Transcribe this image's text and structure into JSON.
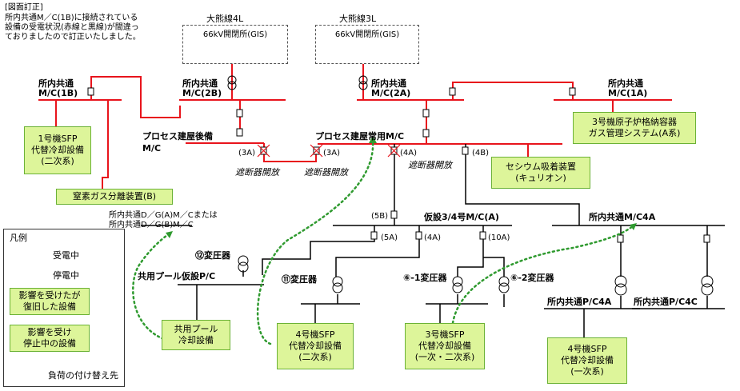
{
  "correction": {
    "header": "[図面訂正]",
    "line1": "所内共通M／C(1B)に接続されている",
    "line2": "設備の受電状況(赤線と黒線)が間違っ",
    "line3": "ておりましたので訂正いたしました。"
  },
  "stations": {
    "s4l": {
      "line": "大熊線4L",
      "name": "66kV開閉所(GIS)"
    },
    "s3l": {
      "line": "大熊線3L",
      "name": "66kV開閉所(GIS)"
    }
  },
  "buses": {
    "mc1b_a": "所内共通",
    "mc1b_b": "M/C(1B)",
    "mc2b_a": "所内共通",
    "mc2b_b": "M/C(2B)",
    "mc2a_a": "所内共通",
    "mc2a_b": "M/C(2A)",
    "mc1a_a": "所内共通",
    "mc1a_b": "M/C(1A)",
    "proc_back_a": "プロセス建屋後備",
    "proc_back_b": "M/C",
    "proc_normal": "プロセス建屋常用M/C",
    "temp34": "仮設3/4号M/C(A)",
    "c4a_mc": "所内共通M/C4A",
    "pool_pc": "共用プール仮設P/C",
    "pc_c4a": "所内共通P/C4A",
    "pc_c4c": "所内共通P/C4C",
    "dg_line1": "所内共通D／G(A)M／Cまたは",
    "dg_line2": "所内共通D／G(B)M／C"
  },
  "breakers": {
    "b3a_1": "(3A)",
    "b3a_2": "(3A)",
    "b4a": "(4A)",
    "b4b": "(4B)",
    "b5b": "(5B)",
    "b5a": "(5A)",
    "b4a_2": "(4A)",
    "b10a": "(10A)",
    "open1": "遮断器開放",
    "open2": "遮断器開放",
    "open3": "遮断器開放"
  },
  "transformers": {
    "t12": "⑫変圧器",
    "t11": "⑪変圧器",
    "t6_1": "⑥-1変圧器",
    "t6_2": "⑥-2変圧器"
  },
  "boxes": {
    "sfp1": [
      "1号機SFP",
      "代替冷却設備",
      "(二次系)"
    ],
    "n2": "窒素ガス分離装置(B)",
    "unit3pcv": [
      "3号機原子炉格納容器",
      "ガス管理システム(A系)"
    ],
    "cesium": [
      "セシウム吸着装置",
      "(キュリオン)"
    ],
    "pool": [
      "共用プール",
      "冷却設備"
    ],
    "sfp4_2": [
      "4号機SFP",
      "代替冷却設備",
      "(二次系)"
    ],
    "sfp3": [
      "3号機SFP",
      "代替冷却設備",
      "(一次・二次系)"
    ],
    "sfp4_1": [
      "4号機SFP",
      "代替冷却設備",
      "(一次系)"
    ]
  },
  "legend": {
    "title": "凡例",
    "red": "受電中",
    "black": "停電中",
    "restored": [
      "影響を受けたが",
      "復旧した設備"
    ],
    "stopped": [
      "影響を受け",
      "停止中の設備"
    ],
    "transfer": "負荷の付け替え先"
  },
  "colors": {
    "powered": "#e8141c",
    "unpowered": "#000000",
    "box_fill": "#ddf59a",
    "box_border": "#6bb236",
    "transfer_arrow": "#2f9a2f"
  }
}
